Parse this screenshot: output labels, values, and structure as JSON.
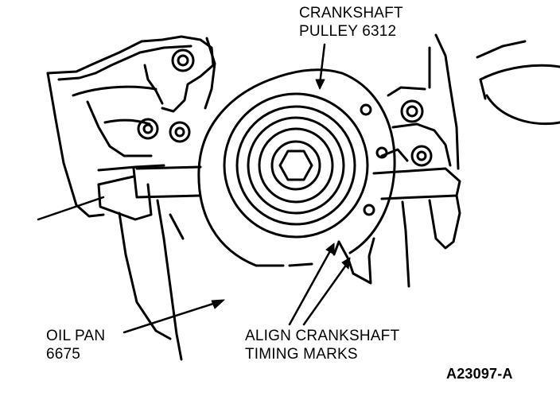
{
  "labels": {
    "pulley": {
      "line1": "CRANKSHAFT",
      "line2": "PULLEY 6312"
    },
    "oil_pan": {
      "line1": "OIL PAN",
      "line2": "6675"
    },
    "timing": {
      "line1": "ALIGN CRANKSHAFT",
      "line2": "TIMING MARKS"
    },
    "figure_id": "A23097-A"
  },
  "colors": {
    "ink": "#000000",
    "paper": "#ffffff"
  }
}
